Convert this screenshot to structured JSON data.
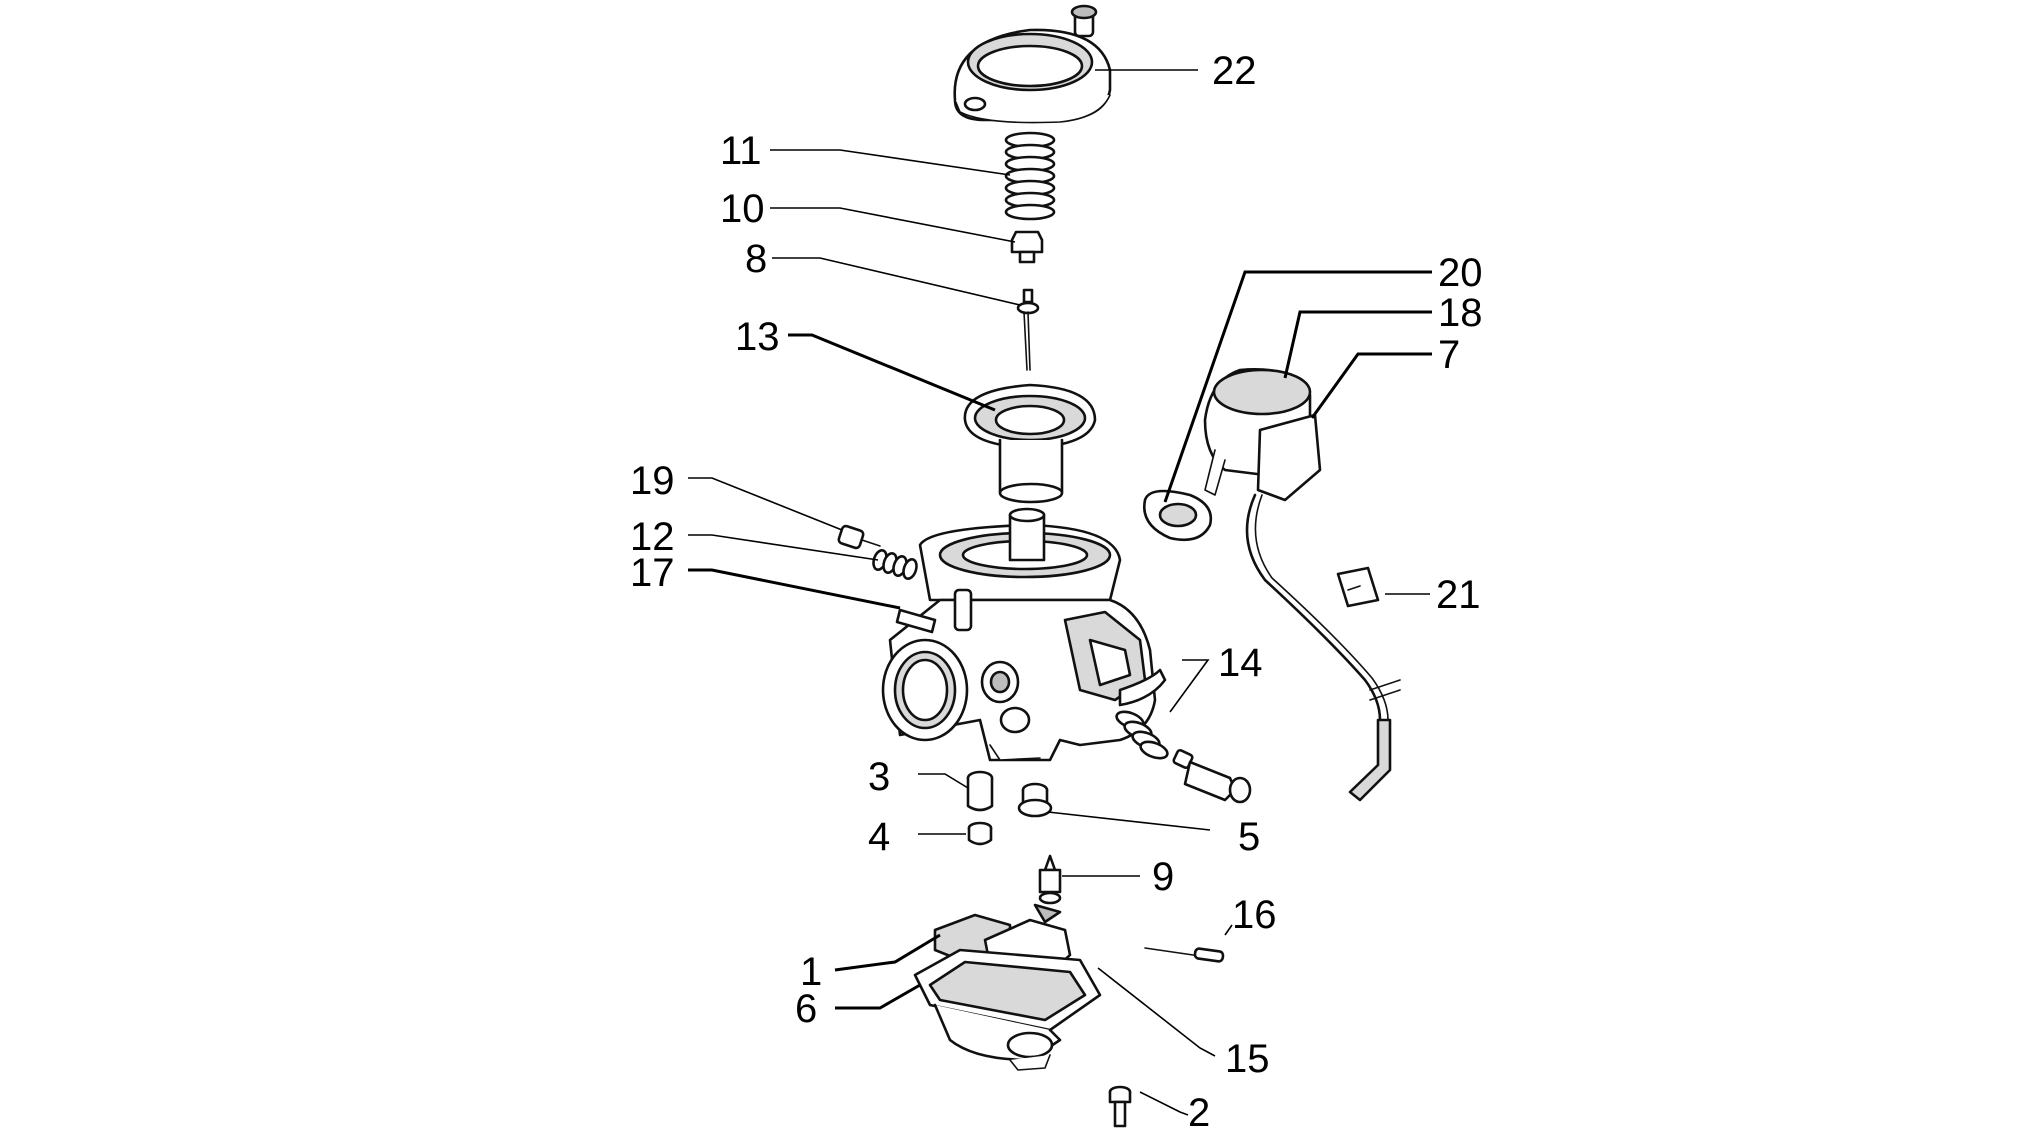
{
  "callouts": [
    {
      "id": "22",
      "label": "22"
    },
    {
      "id": "11",
      "label": "11"
    },
    {
      "id": "10",
      "label": "10"
    },
    {
      "id": "8",
      "label": "8"
    },
    {
      "id": "13",
      "label": "13"
    },
    {
      "id": "19",
      "label": "19"
    },
    {
      "id": "12",
      "label": "12"
    },
    {
      "id": "17",
      "label": "17"
    },
    {
      "id": "20",
      "label": "20"
    },
    {
      "id": "18",
      "label": "18"
    },
    {
      "id": "7",
      "label": "7"
    },
    {
      "id": "21",
      "label": "21"
    },
    {
      "id": "14",
      "label": "14"
    },
    {
      "id": "3",
      "label": "3"
    },
    {
      "id": "4",
      "label": "4"
    },
    {
      "id": "5",
      "label": "5"
    },
    {
      "id": "9",
      "label": "9"
    },
    {
      "id": "16",
      "label": "16"
    },
    {
      "id": "1",
      "label": "1"
    },
    {
      "id": "6",
      "label": "6"
    },
    {
      "id": "15",
      "label": "15"
    },
    {
      "id": "2",
      "label": "2"
    }
  ]
}
